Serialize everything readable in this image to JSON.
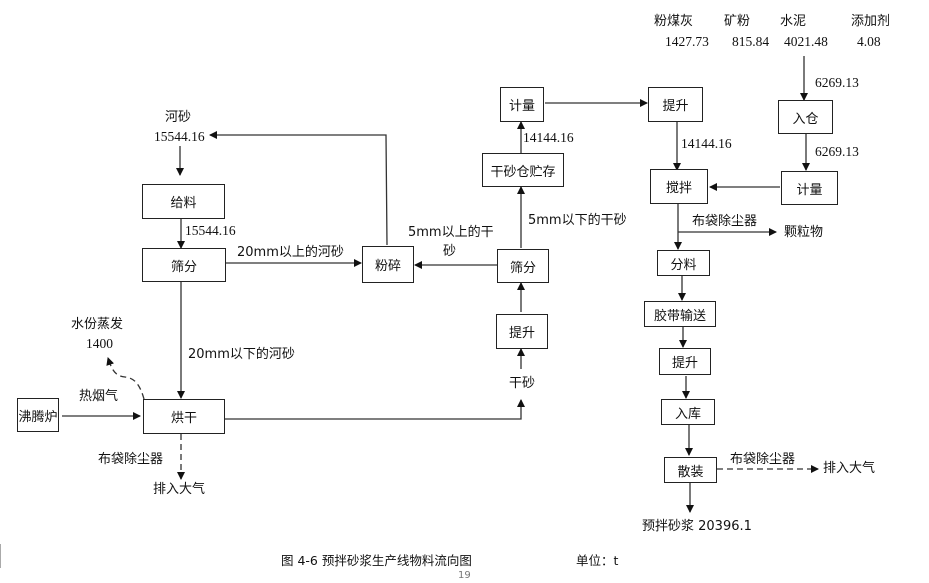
{
  "diagram": {
    "type": "process-flow",
    "raw_materials": [
      {
        "name": "粉煤灰",
        "amount": "1427.73"
      },
      {
        "name": "矿粉",
        "amount": "815.84"
      },
      {
        "name": "水泥",
        "amount": "4021.48"
      },
      {
        "name": "添加剂",
        "amount": "4.08"
      }
    ],
    "river_sand": {
      "label": "河砂",
      "amount": "15544.16"
    },
    "nodes": {
      "feed": "给料",
      "screen1": "筛分",
      "crush": "粉碎",
      "boiler": "沸腾炉",
      "dry": "烘干",
      "lift1": "提升",
      "screen2": "筛分",
      "storage": "干砂仓贮存",
      "meter1": "计量",
      "lift2": "提升",
      "silo": "入仓",
      "meter2": "计量",
      "mix": "搅拌",
      "distribute": "分料",
      "belt": "胶带输送",
      "lift3": "提升",
      "warehouse": "入库",
      "bulk": "散装"
    },
    "edge_labels": {
      "feed_to_screen": "15544.16",
      "over_20mm": "20mm以上的河砂",
      "under_20mm": "20mm以下的河砂",
      "hot_flue_gas": "热烟气",
      "moisture_title": "水份蒸发",
      "moisture_amount": "1400",
      "dry_filter": "布袋除尘器",
      "dry_exhaust": "排入大气",
      "dry_sand": "干砂",
      "over_5mm_l1": "5mm以上的干",
      "over_5mm_l2": "砂",
      "under_5mm": "5mm以下的干砂",
      "storage_to_meter": "14144.16",
      "lift_to_mix": "14144.16",
      "binder_in": "6269.13",
      "silo_to_meter": "6269.13",
      "mix_filter": "布袋除尘器",
      "particulates": "颗粒物",
      "bulk_filter": "布袋除尘器",
      "bulk_exhaust": "排入大气",
      "product": "预拌砂浆 20396.1"
    },
    "caption": {
      "title": "图 4-6   预拌砂浆生产线物料流向图",
      "unit": "单位：t"
    },
    "page_number": "19"
  }
}
